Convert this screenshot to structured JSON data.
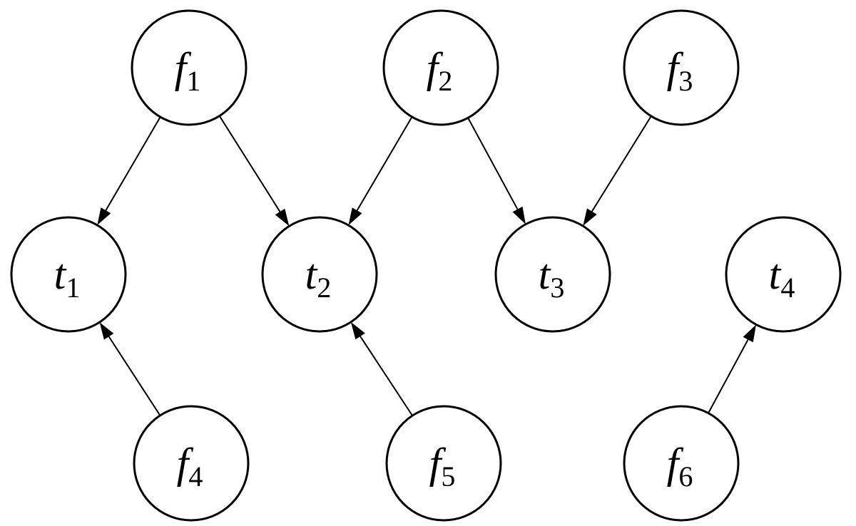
{
  "nodes": [
    {
      "id": "f1",
      "base": "f",
      "sub": "1"
    },
    {
      "id": "f2",
      "base": "f",
      "sub": "2"
    },
    {
      "id": "f3",
      "base": "f",
      "sub": "3"
    },
    {
      "id": "t1",
      "base": "t",
      "sub": "1"
    },
    {
      "id": "t2",
      "base": "t",
      "sub": "2"
    },
    {
      "id": "t3",
      "base": "t",
      "sub": "3"
    },
    {
      "id": "t4",
      "base": "t",
      "sub": "4"
    },
    {
      "id": "f4",
      "base": "f",
      "sub": "4"
    },
    {
      "id": "f5",
      "base": "f",
      "sub": "5"
    },
    {
      "id": "f6",
      "base": "f",
      "sub": "6"
    }
  ],
  "edges": [
    {
      "from": "f1",
      "to": "t1"
    },
    {
      "from": "f1",
      "to": "t2"
    },
    {
      "from": "f2",
      "to": "t2"
    },
    {
      "from": "f2",
      "to": "t3"
    },
    {
      "from": "f3",
      "to": "t3"
    },
    {
      "from": "f4",
      "to": "t1"
    },
    {
      "from": "f5",
      "to": "t2"
    },
    {
      "from": "f6",
      "to": "t4"
    }
  ]
}
